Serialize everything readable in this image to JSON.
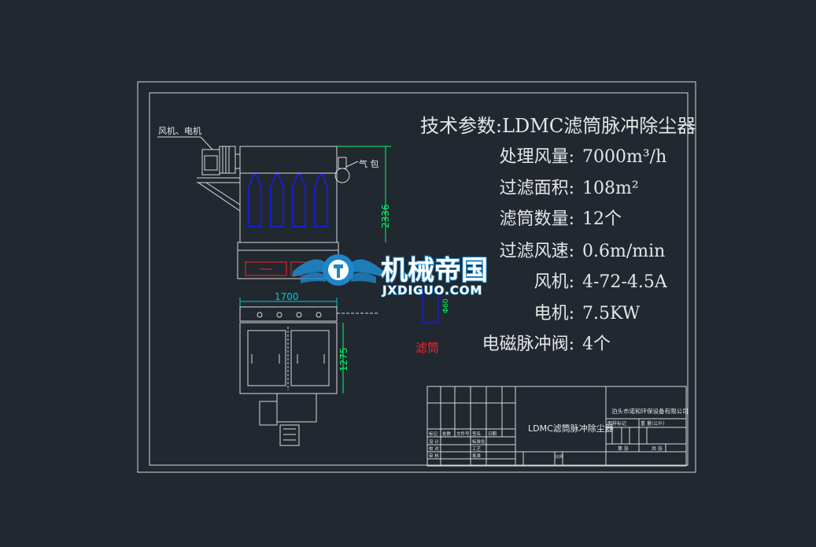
{
  "colors": {
    "background": "#212830",
    "line": "#d9d9d9",
    "dimension": "#00ff66",
    "dimension_cyan": "#00cccc",
    "filter": "#1a1aff",
    "red": "#ff2020",
    "text": "#e6e6e6",
    "logo_blue": "#1e86c9",
    "logo_white": "#ffffff"
  },
  "specs": {
    "title": "技术参数:LDMC滤筒脉冲除尘器",
    "rows": [
      {
        "label": "处理风量:",
        "value": "7000m³/h"
      },
      {
        "label": "过滤面积:",
        "value": "108m²"
      },
      {
        "label": "滤筒数量:",
        "value": "12个"
      },
      {
        "label": "过滤风速:",
        "value": "0.6m/min"
      },
      {
        "label": "风机:",
        "value": "4-72-4.5A"
      },
      {
        "label": "电机:",
        "value": "7.5KW"
      },
      {
        "label": "电磁脉冲阀:",
        "value": "4个"
      }
    ]
  },
  "drawing": {
    "label_fan_motor": "风机、电机",
    "label_air_bag": "气 包",
    "dim_height": "2336",
    "dim_width": "1700",
    "dim_depth": "1275",
    "dim_filter": "Φ60",
    "filter_label": "滤筒"
  },
  "title_block": {
    "product_name": "LDMC滤筒脉冲除尘器",
    "company": "泊头市诺和环保设备有限公司",
    "drawing_number_label": "图样标记",
    "weight_label": "重 量(公斤)",
    "sheet_label": "第  张",
    "total_label": "共  张",
    "scale_label": "比例",
    "row_labels": [
      "标记",
      "处数",
      "文件号",
      "签名",
      "日期",
      "设 计",
      "标准化",
      "校 对",
      "工艺",
      "审 核",
      "批准"
    ]
  },
  "watermark": {
    "brand": "机械帝国",
    "domain": "JXDIGUO.COM"
  }
}
